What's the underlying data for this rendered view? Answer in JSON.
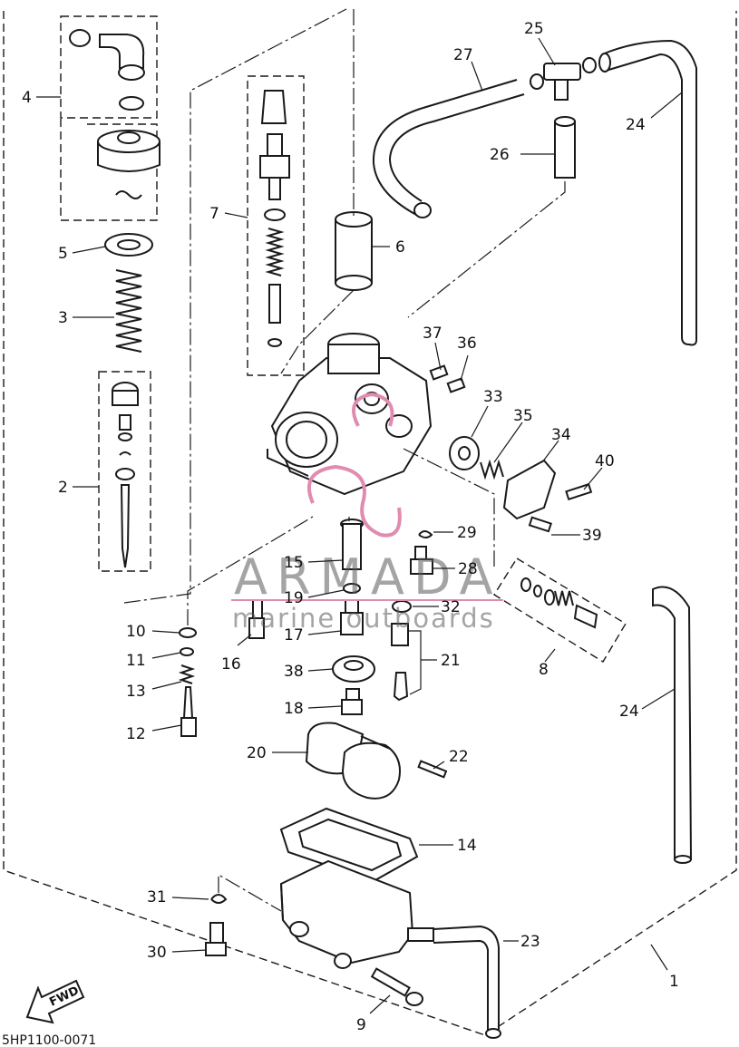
{
  "diagram": {
    "code": "5HP1100-0071",
    "fwd_label": "FWD",
    "watermark": {
      "brand": "ARMADA",
      "tagline": "marine outboards",
      "accent": "#e08cb0",
      "text_color": "#5a5a5a"
    },
    "callouts": {
      "c1": "1",
      "c2": "2",
      "c3": "3",
      "c4": "4",
      "c5": "5",
      "c6": "6",
      "c7": "7",
      "c8": "8",
      "c9": "9",
      "c10": "10",
      "c11": "11",
      "c12": "12",
      "c13": "13",
      "c14": "14",
      "c15": "15",
      "c16": "16",
      "c17": "17",
      "c18": "18",
      "c19": "19",
      "c20": "20",
      "c21": "21",
      "c22": "22",
      "c23": "23",
      "c24a": "24",
      "c24b": "24",
      "c25": "25",
      "c26": "26",
      "c27": "27",
      "c28": "28",
      "c29": "29",
      "c30": "30",
      "c31": "31",
      "c32": "32",
      "c33": "33",
      "c34": "34",
      "c35": "35",
      "c36": "36",
      "c37": "37",
      "c38": "38",
      "c39": "39",
      "c40": "40"
    }
  }
}
